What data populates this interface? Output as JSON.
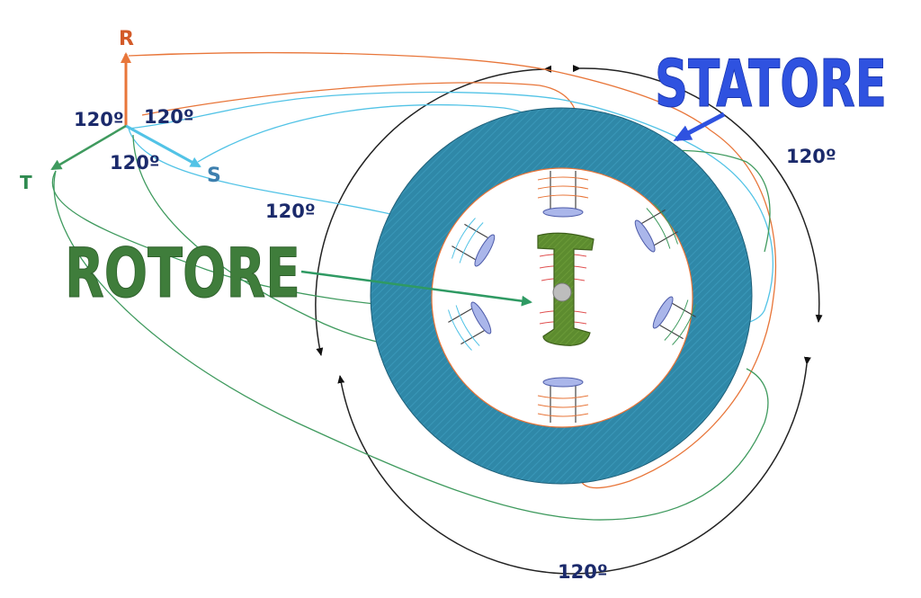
{
  "phases": {
    "r": "R",
    "s": "S",
    "t": "T"
  },
  "angles": {
    "rs": "120º",
    "rt": "120º",
    "st": "120º",
    "coil_left": "120º",
    "ring_right": "120º",
    "ring_bottom": "120º"
  },
  "labels": {
    "stator": "STATORE",
    "rotor": "ROTORE"
  },
  "colors": {
    "phase_r": "#e8763a",
    "phase_s": "#52c3e6",
    "phase_t": "#3f9a5e",
    "stator": "#2f88a8",
    "stator_label": "#2f52e0",
    "rotor_label": "#3f7d3b",
    "rotor": "#5d8c2f",
    "degree_text": "#1b2a6b"
  }
}
